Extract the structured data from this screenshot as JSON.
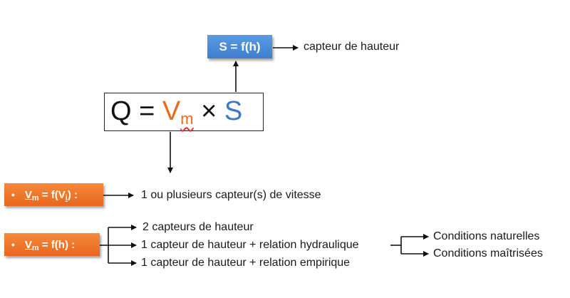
{
  "top_box": {
    "label": "S = f(h)",
    "target": "capteur de hauteur"
  },
  "formula": {
    "q": "Q",
    "eq": "=",
    "v": "V",
    "v_sub": "m",
    "times": "×",
    "s": "S"
  },
  "bullet_vi": {
    "bullet": "•",
    "v": "V",
    "v_sub": "m",
    "mid": " = f(V",
    "vi_sub": "i",
    "end": ") :",
    "target": "1 ou plusieurs capteur(s) de vitesse"
  },
  "bullet_h": {
    "bullet": "•",
    "v": "V",
    "v_sub": "m",
    "end": " = f(h) :",
    "targets": [
      "2 capteurs de hauteur",
      "1 capteur de hauteur + relation hydraulique",
      "1 capteur de hauteur + relation empirique"
    ]
  },
  "conditions": [
    "Conditions naturelles",
    "Conditions maîtrisées"
  ],
  "colors": {
    "blue_box": "#4a8ad9",
    "orange_box": "#ef7a2e",
    "v_orange": "#ee6a1b",
    "s_blue": "#3b78c3"
  }
}
